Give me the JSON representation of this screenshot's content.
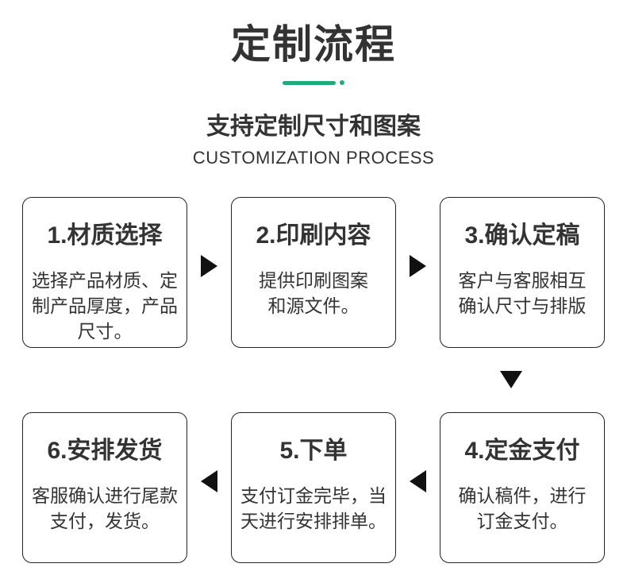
{
  "header": {
    "title": "定制流程",
    "subtitle": "支持定制尺寸和图案",
    "subtitle_en": "CUSTOMIZATION PROCESS",
    "accent_color": "#22a97d",
    "text_color": "#333333"
  },
  "steps": [
    {
      "title": "1.材质选择",
      "desc": "选择产品材质、定\n制产品厚度，产品\n尺寸。"
    },
    {
      "title": "2.印刷内容",
      "desc": "提供印刷图案\n和源文件。"
    },
    {
      "title": "3.确认定稿",
      "desc": "客户与客服相互\n确认尺寸与排版"
    },
    {
      "title": "4.定金支付",
      "desc": "确认稿件，进行\n订金支付。"
    },
    {
      "title": "5.下单",
      "desc": "支付订金完毕，当\n天进行安排排单。"
    },
    {
      "title": "6.安排发货",
      "desc": "客服确认进行尾款\n支付，发货。"
    }
  ],
  "icons": {
    "divider-line-icon": "rounded green dash",
    "divider-dot-icon": "green dot",
    "arrow-right-icon": "▶",
    "arrow-left-icon": "◀",
    "arrow-down-icon": "▼"
  }
}
